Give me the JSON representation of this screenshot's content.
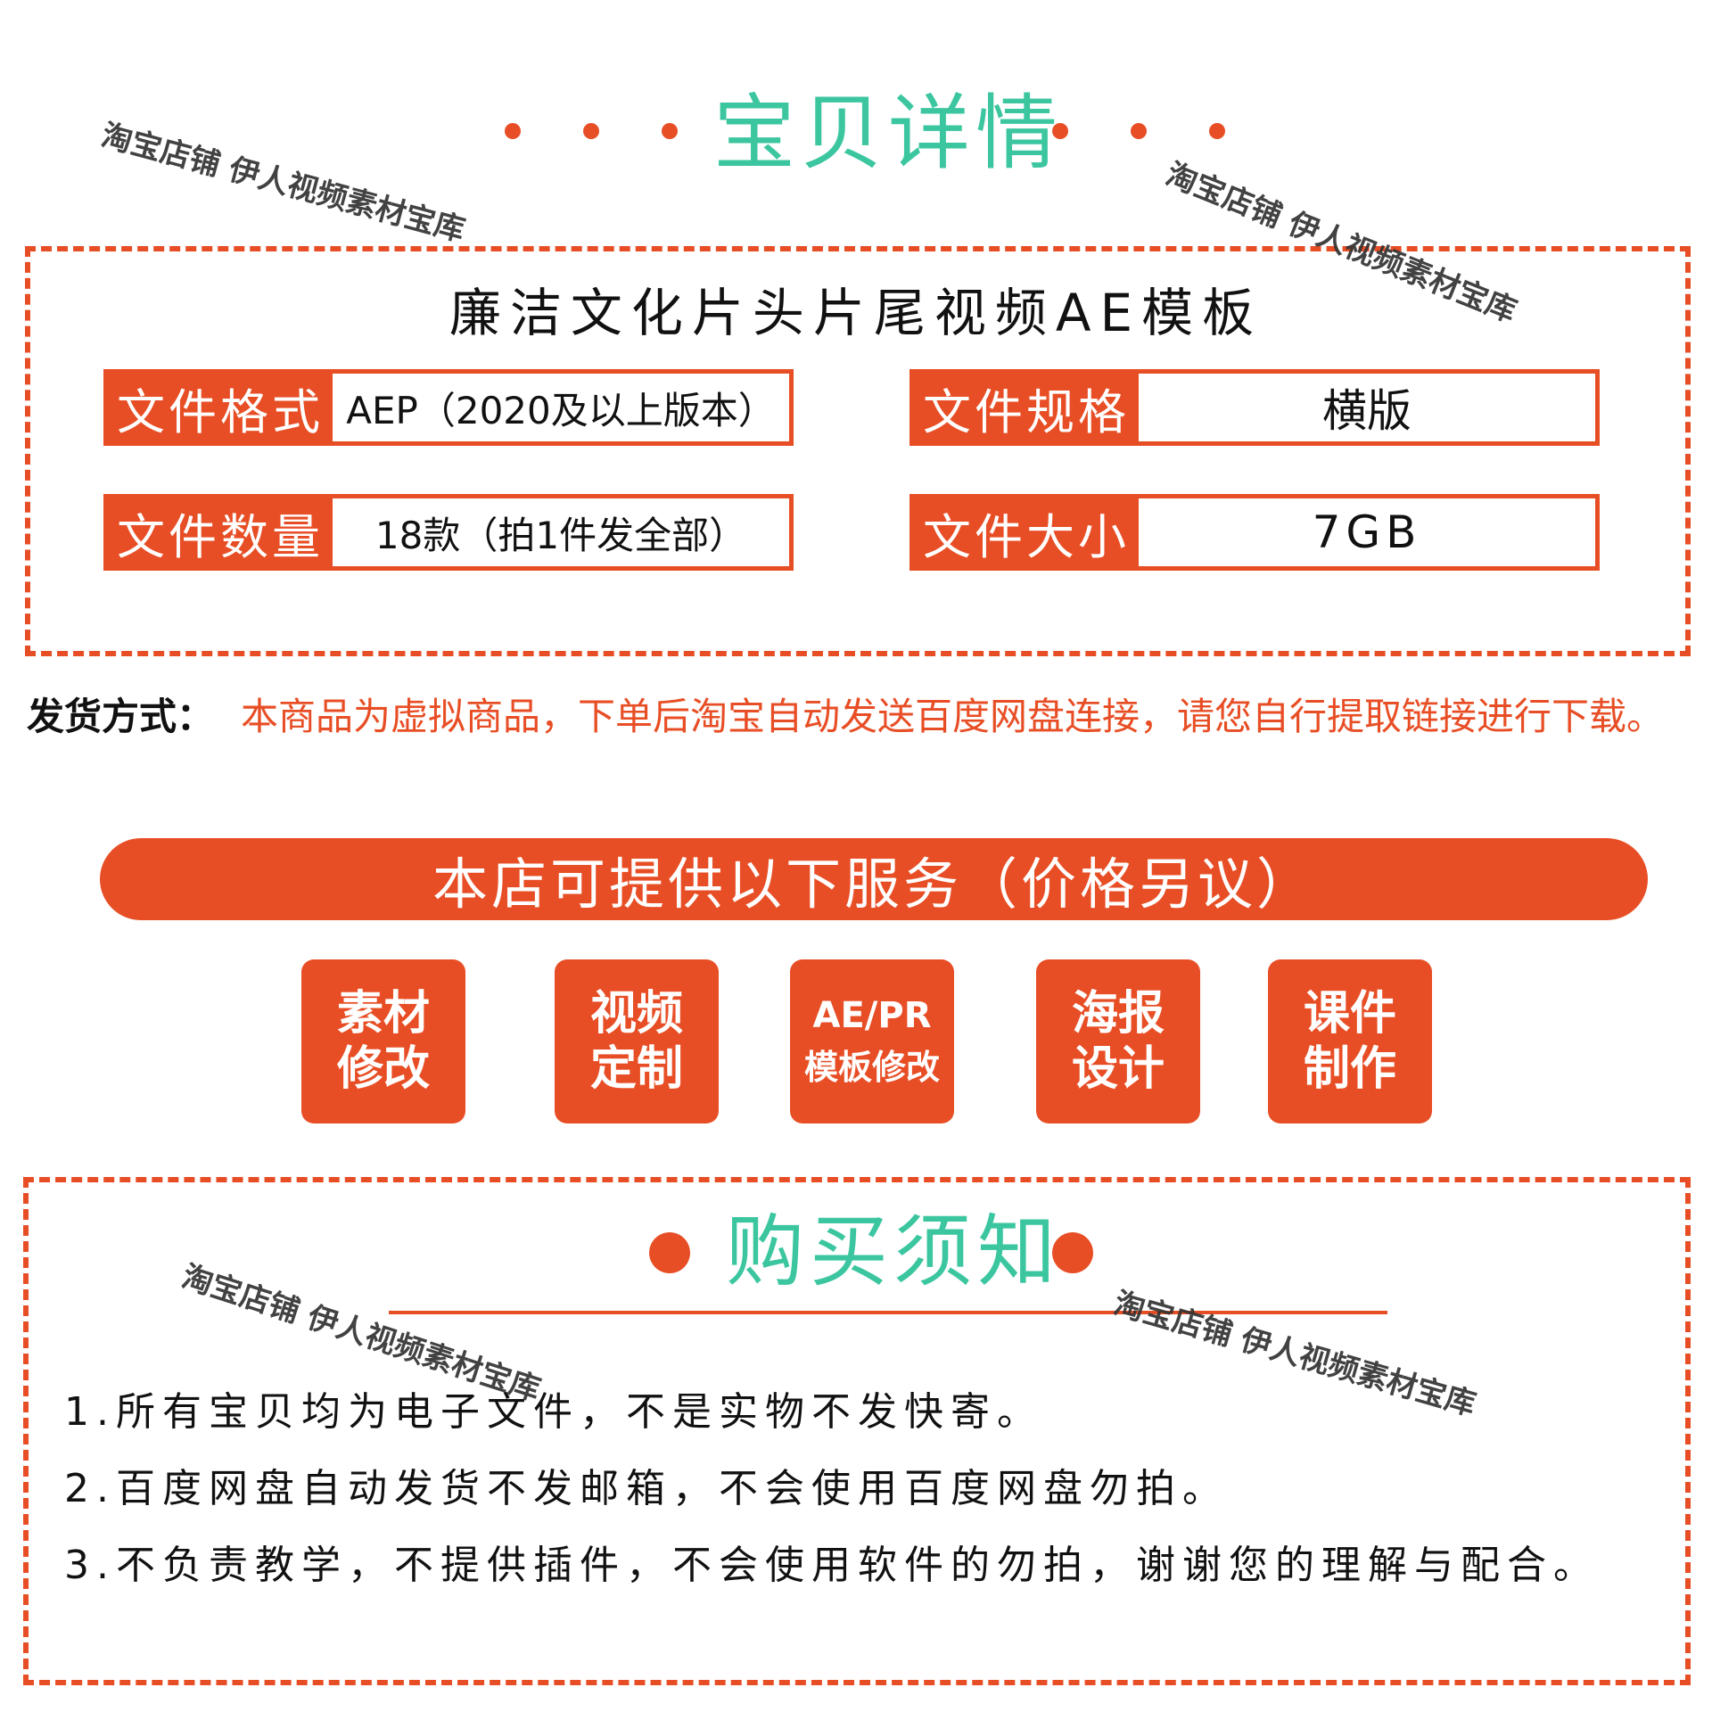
{
  "header": {
    "title": "宝贝详情"
  },
  "product": {
    "title": "廉洁文化片头片尾视频AE模板",
    "specs": [
      {
        "label": "文件格式",
        "value": "AEP（2020及以上版本）"
      },
      {
        "label": "文件规格",
        "value": "横版"
      },
      {
        "label": "文件数量",
        "value": "18款（拍1件发全部）"
      },
      {
        "label": "文件大小",
        "value": "7GB"
      }
    ]
  },
  "shipping": {
    "label": "发货方式：",
    "text": "本商品为虚拟商品，下单后淘宝自动发送百度网盘连接，请您自行提取链接进行下载。"
  },
  "services": {
    "banner": "本店可提供以下服务（价格另议）",
    "items": [
      {
        "line1": "素材",
        "line2": "修改"
      },
      {
        "line1": "视频",
        "line2": "定制"
      },
      {
        "line1": "AE/PR",
        "line2": "模板修改"
      },
      {
        "line1": "海报",
        "line2": "设计"
      },
      {
        "line1": "课件",
        "line2": "制作"
      }
    ]
  },
  "purchase": {
    "title": "购买须知",
    "notes": [
      "1.所有宝贝均为电子文件，不是实物不发快寄。",
      "2.百度网盘自动发货不发邮箱，不会使用百度网盘勿拍。",
      "3.不负责教学，不提供插件，不会使用软件的勿拍，谢谢您的理解与配合。"
    ]
  },
  "watermark": "淘宝店铺 伊人视频素材宝库",
  "colors": {
    "accent": "#e84e25",
    "title_teal": "#3cc6a0"
  }
}
